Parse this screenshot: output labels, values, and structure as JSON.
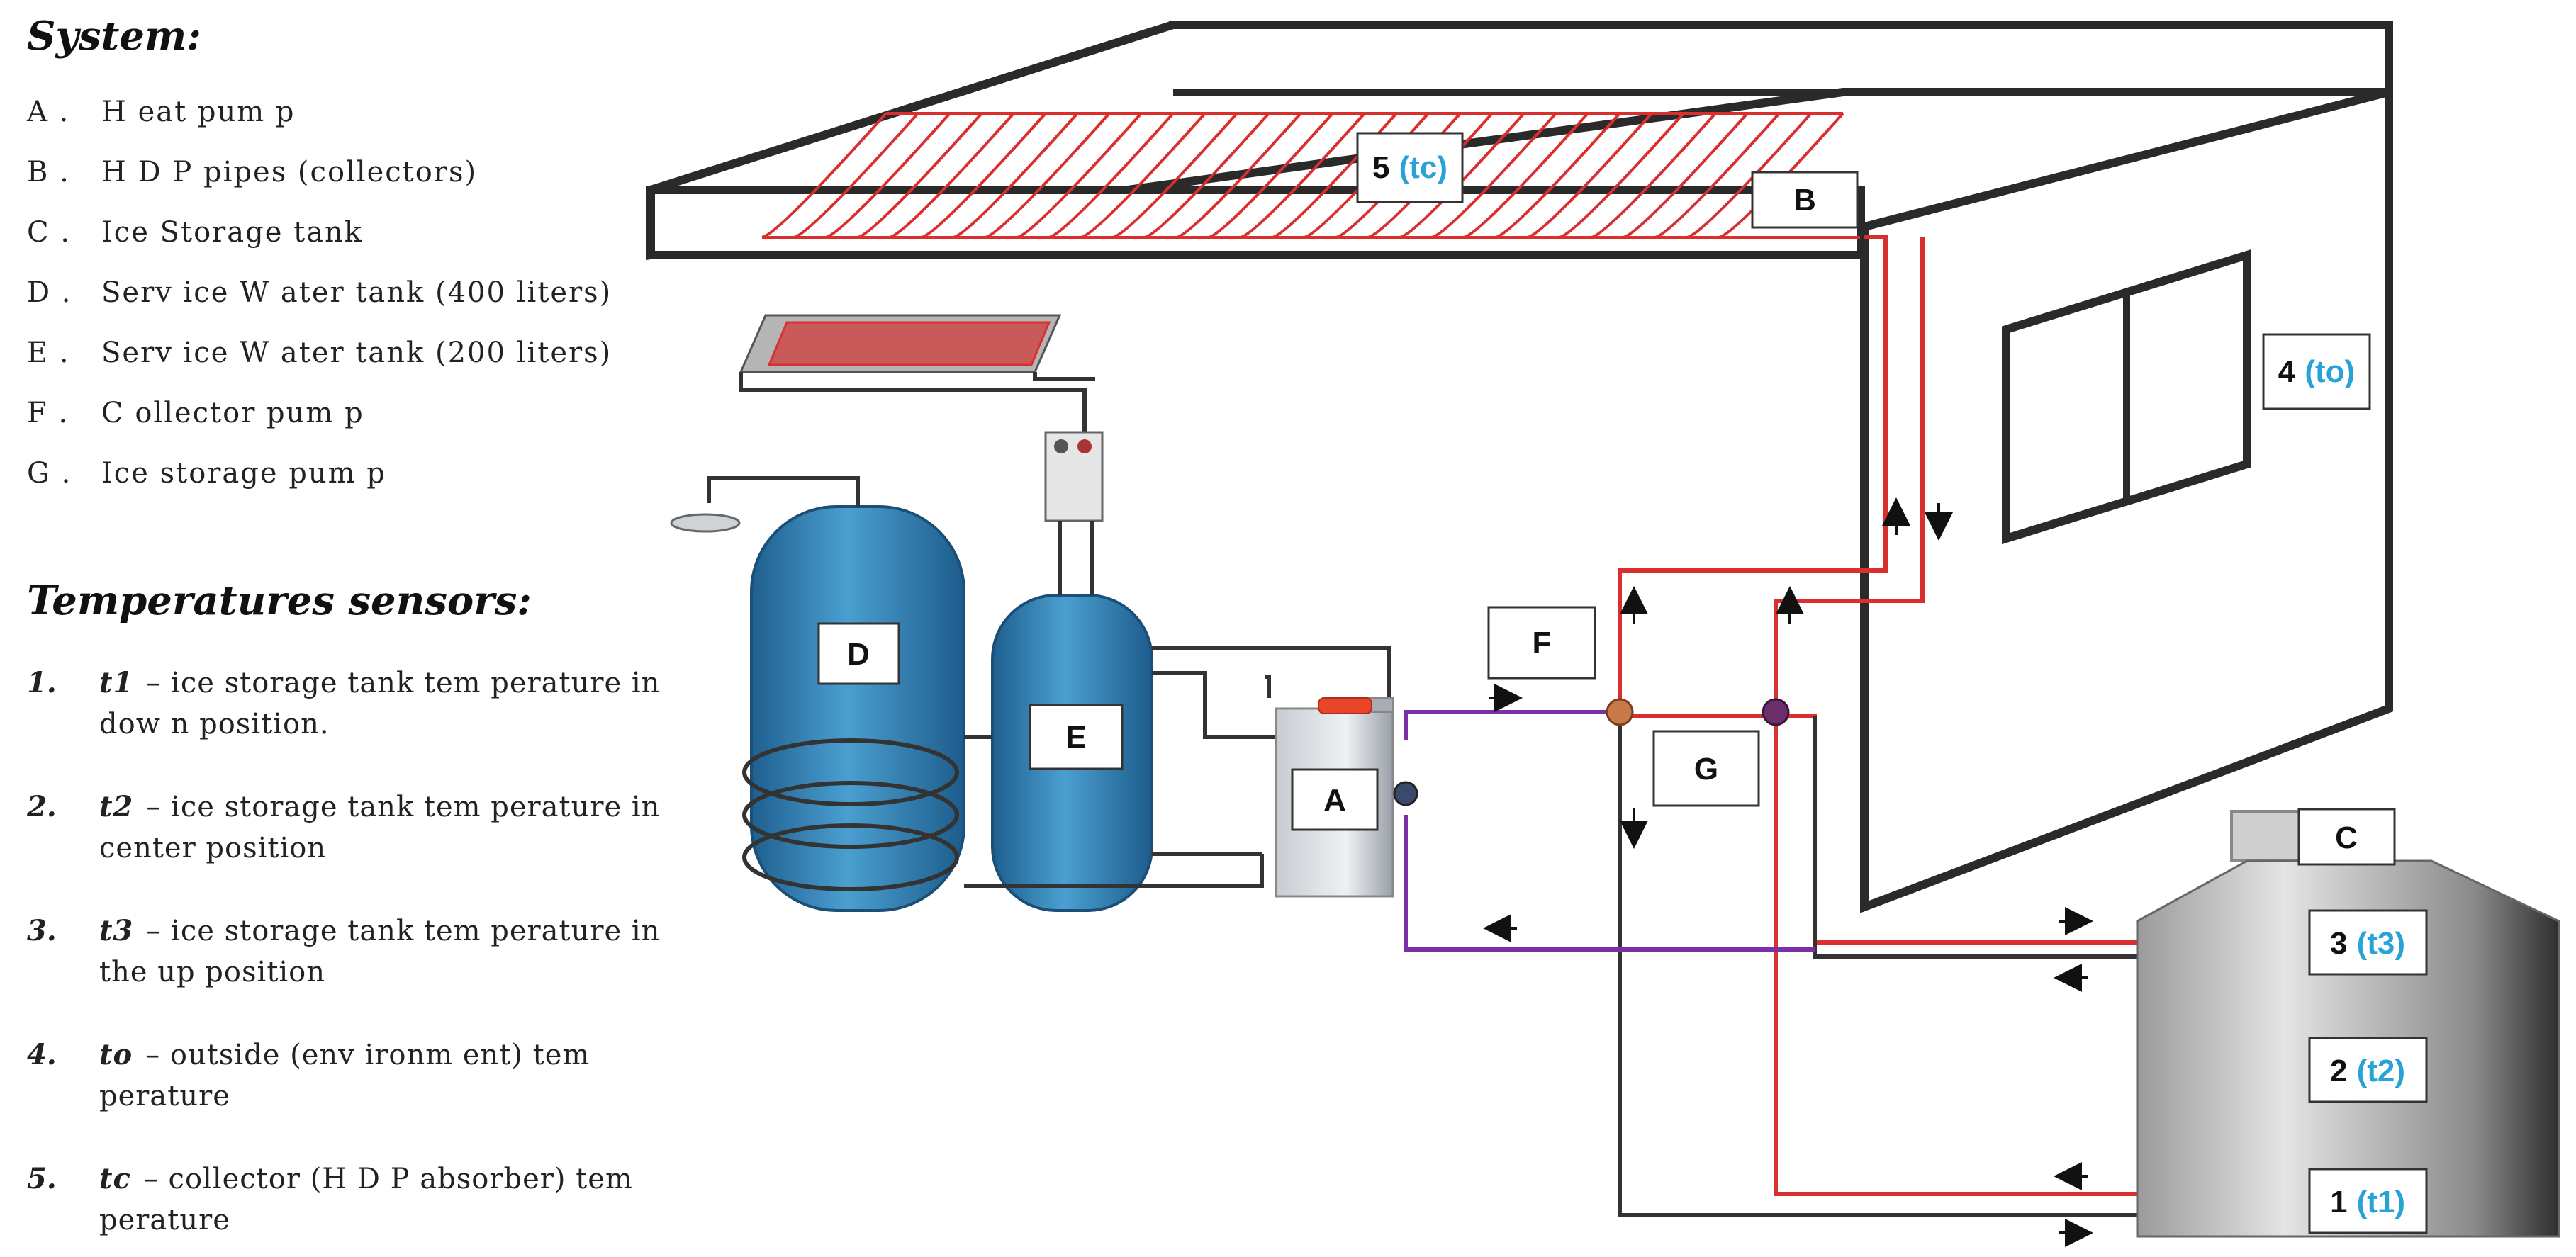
{
  "legend": {
    "system_heading": "System:",
    "system_items": [
      {
        "letter": "A .",
        "text": "H eat pum p"
      },
      {
        "letter": "B .",
        "text": "H D P pipes (collectors)"
      },
      {
        "letter": "C .",
        "text": "Ice Storage tank"
      },
      {
        "letter": "D .",
        "text": "Serv ice W ater tank (400 liters)"
      },
      {
        "letter": "E .",
        "text": "Serv ice W ater tank (200 liters)"
      },
      {
        "letter": "F .",
        "text": "C ollector pum p"
      },
      {
        "letter": "G .",
        "text": "Ice storage pum p"
      }
    ],
    "sensors_heading": "Temperatures sensors:",
    "sensors": [
      {
        "num": "1.",
        "code": "t1",
        "text": "– ice storage tank tem perature in dow n position."
      },
      {
        "num": "2.",
        "code": "t2",
        "text": "– ice storage tank tem perature in center position"
      },
      {
        "num": "3.",
        "code": "t3",
        "text": "– ice storage tank tem perature in the up position"
      },
      {
        "num": "4.",
        "code": "to",
        "text": "– outside (env ironm ent) tem perature"
      },
      {
        "num": "5.",
        "code": "tc",
        "text": "– collector (H D P absorber) tem perature"
      }
    ]
  },
  "diagram": {
    "components": {
      "A": "A",
      "B": "B",
      "C": "C",
      "D": "D",
      "E": "E",
      "F": "F",
      "G": "G"
    },
    "sensor_labels": [
      {
        "num": "5",
        "code": "(tc)"
      },
      {
        "num": "4",
        "code": "(to)"
      },
      {
        "num": "3",
        "code": "(t3)"
      },
      {
        "num": "2",
        "code": "(t2)"
      },
      {
        "num": "1",
        "code": "(t1)"
      }
    ],
    "colors": {
      "hot_pipe": "#d9302f",
      "return_pipe": "#333333",
      "heat_pump_pipe": "#7b2fa6",
      "tank_blue": "#2f7fb5",
      "sensor_code": "#29a3d6"
    }
  }
}
